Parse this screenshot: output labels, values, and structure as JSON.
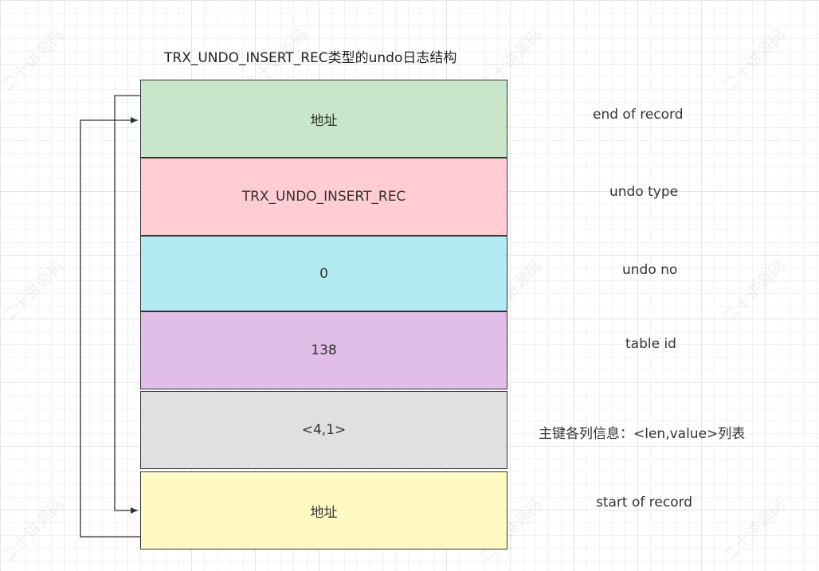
{
  "title": "TRX_UNDO_INSERT_REC类型的undo日志结构",
  "blocks": [
    {
      "value": "地址",
      "label": "end of record",
      "color": "#c8e6c9"
    },
    {
      "value": "TRX_UNDO_INSERT_REC",
      "label": "undo type",
      "color": "#ffcdd2"
    },
    {
      "value": "0",
      "label": "undo no",
      "color": "#b2ebf2"
    },
    {
      "value": "138",
      "label": "table id",
      "color": "#e1bee7"
    },
    {
      "value": "<4,1>",
      "label": "主键各列信息：<len,value>列表",
      "color": "#e0e0e0"
    },
    {
      "value": "地址",
      "label": "start of record",
      "color": "#fff9c4"
    }
  ],
  "watermark": "二十讲源码"
}
